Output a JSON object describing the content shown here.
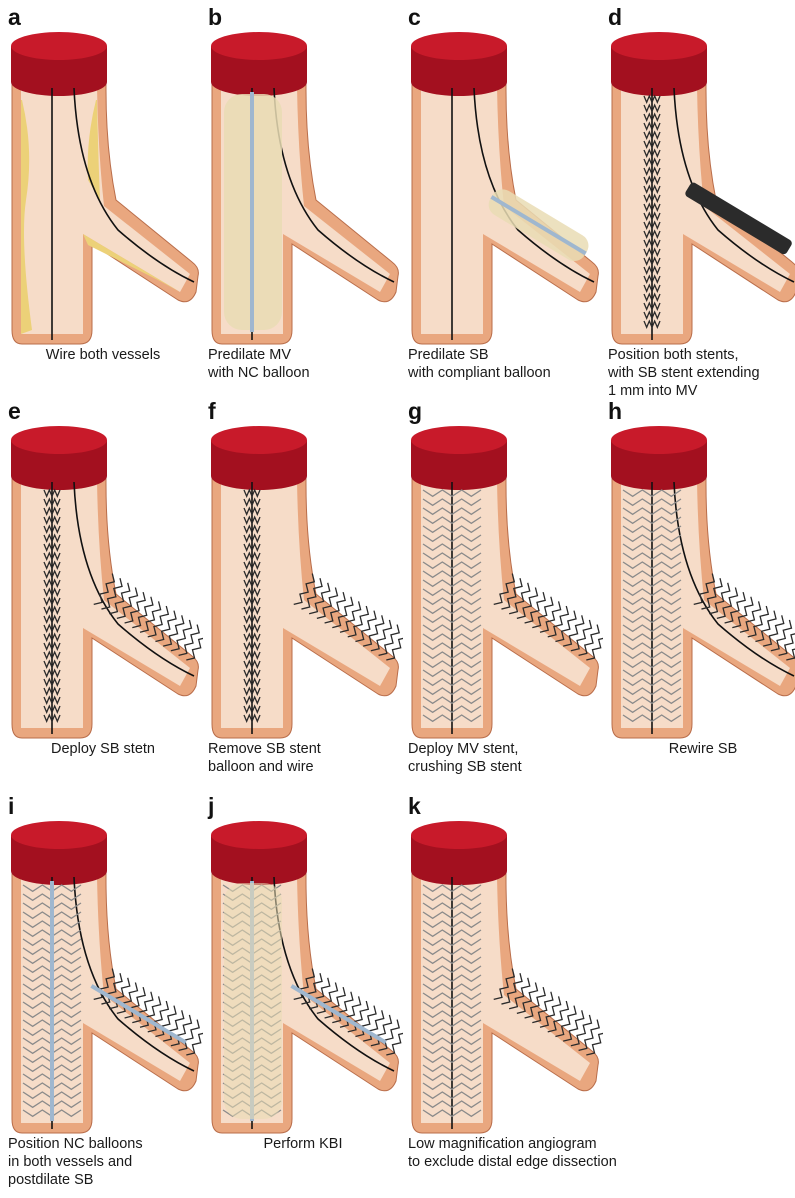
{
  "panels": [
    {
      "letter": "a",
      "caption": "Wire both vessels",
      "align": "center",
      "stage": "wire"
    },
    {
      "letter": "b",
      "caption": "Predilate MV\nwith NC balloon",
      "align": "left",
      "stage": "mv-balloon"
    },
    {
      "letter": "c",
      "caption": "Predilate SB\nwith compliant balloon",
      "align": "left",
      "stage": "sb-balloon"
    },
    {
      "letter": "d",
      "caption": "Position both stents,\nwith SB stent extending\n1 mm into MV",
      "align": "left",
      "stage": "position-stents"
    },
    {
      "letter": "e",
      "caption": "Deploy SB stetn",
      "align": "center",
      "stage": "deploy-sb"
    },
    {
      "letter": "f",
      "caption": "Remove SB stent\nballoon and wire",
      "align": "left",
      "stage": "remove-sb"
    },
    {
      "letter": "g",
      "caption": "Deploy MV stent,\ncrushing SB stent",
      "align": "left",
      "stage": "deploy-mv"
    },
    {
      "letter": "h",
      "caption": "Rewire SB",
      "align": "center",
      "stage": "rewire"
    },
    {
      "letter": "i",
      "caption": "Position NC balloons\nin both vessels and\npostdilate SB",
      "align": "left",
      "stage": "nc-balloons"
    },
    {
      "letter": "j",
      "caption": "Perform KBI",
      "align": "center",
      "stage": "kbi"
    },
    {
      "letter": "k",
      "caption": "Low magnification angiogram\nto exclude distal edge dissection",
      "align": "left",
      "stage": "angiogram"
    }
  ],
  "colors": {
    "vessel_wall": "#e9a77f",
    "vessel_lumen": "#f6dcc8",
    "cap_top": "#c81a2a",
    "cap_side": "#a3101f",
    "plaque": "#ecd178",
    "balloon": "#e9dcb4",
    "wire": "#111111",
    "stent_dark": "#2b2b2b",
    "stent_light": "#8a8a8a",
    "catheter": "#9fb7cf"
  }
}
